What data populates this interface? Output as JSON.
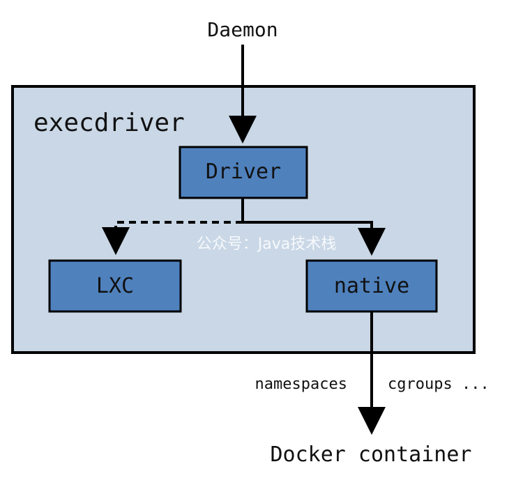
{
  "title_top": "Daemon",
  "container_label": "execdriver",
  "nodes": {
    "driver": "Driver",
    "lxc": "LXC",
    "native": "native"
  },
  "edge_labels": {
    "namespaces": "namespaces",
    "cgroups": "cgroups ..."
  },
  "bottom_label": "Docker container",
  "watermark": "公众号：Java技术栈",
  "colors": {
    "container_fill": "#c9d7e6",
    "node_fill": "#4f81bd",
    "stroke": "#000000",
    "text": "#111111",
    "watermark": "#ffffff"
  }
}
